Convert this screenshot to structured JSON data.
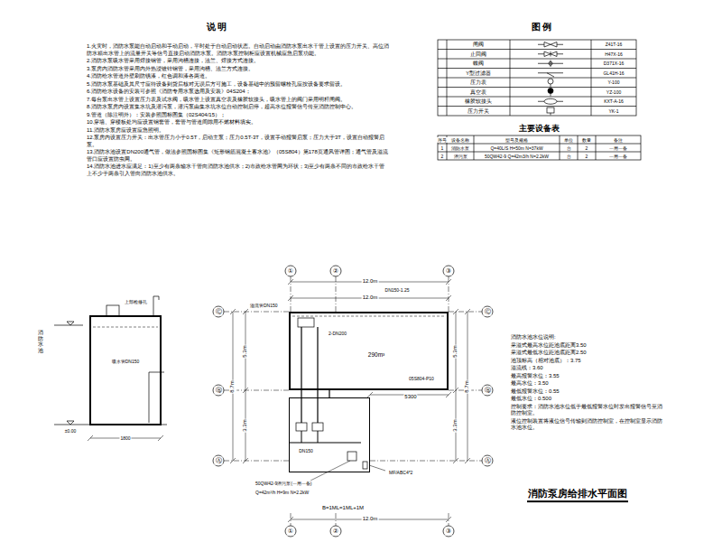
{
  "diagram": {
    "title": "消防泵房给排水平面图",
    "nodes": [
      {
        "text": [
          "2-DN200",
          "290m³",
          "05S804-P10"
        ]
      },
      {
        "text": [
          "DN150"
        ]
      }
    ],
    "edges": [
      {
        "from": 0,
        "to": 1,
        "arrow": "none"
      }
    ],
    "labels": [
      "说 明",
      "1.火灾时，消防水泵能自动启动和手动启动，平时处于自动启动状态。自动启动由消防水泵出水干管上设置的压力开关、高位消防水箱出水管上的流量开关等信号直接启动消防水泵。消防水泵控制柜应设置机械应急启泵功能。",
      "2.消防水泵吸水管采用焊接钢管，采用沟槽连接，法兰、焊接方式连接。",
      "3.泵房内消防水管采用内外热浸镀锌钢管，采用沟槽、法兰方式连接。",
      "4.消防给水管道外壁刷防锈漆，红色调和漆各两道。",
      "5.消防水泵基础及其尺寸应待设备到货后核对无误后方可施工，设备基础中的预留螺栓孔应按设备要求留设。",
      "6.消防给水设备的安装可参照《消防专用水泵选用及安装》04S204；",
      "7.每台泵出水管上设置压力表及试水阀，吸水管上设置真空表及橡胶软接头，吸水管上的阀门采用明杆闸阀。",
      "8.消防水泵房内设置集水坑及潜污泵，潜污泵由集水坑水位自动控制启停，超高水位报警信号传至消防控制中心。",
      "9.管道（除注明外）：安装参照国标图集（02S404/15）；",
      "10.穿墙、穿楼板处均应设置钢套管，套管与管道间隙用不燃材料填实。",
      "11.消防水泵房应设置应急照明。",
      "12.泵房内设置压力开关：出水管压力小于0.5T，启动主泵；压力0.5T-3T，设置手动报警启泵；压力大于3T，设置自动报警启泵。",
      "13.消防水池设置DN200通气管，做法参照国标图集《矩形钢筋混凝土蓄水池》（05S804）第178页通风管详图；通气管及溢流管口应设置防虫网。",
      "14.消防水池进水应满足：1)至少有两条输水干管向消防水池供水；2)市政给水管网为环状；3)至少有两条不同的市政给水干管上不少于两条引入管向消防水池供水。",
      "图 例",
      "Z41T-16",
      "H47X-16",
      "D371X-16",
      "GL41H-16",
      "Y-100",
      "YZ-100",
      "KXT-A-16",
      "YK-1",
      "主要设备表",
      "序号",
      "设备名称",
      "型号及规格",
      "单位",
      "数量",
      "备注",
      "1",
      "消防水泵",
      "Q=40L/S H=50m N=37kW",
      "台",
      "2",
      "一用一备",
      "2",
      "潜污泵",
      "50QW42-9 Q=42m3/h N=2.2kW",
      "台",
      "2",
      "一用一备",
      "①",
      "②",
      "③",
      "12.0m",
      "DN150-1.25",
      "12.0m",
      "①",
      "②",
      "③",
      "12.0m",
      "Ⓒ",
      "Ⓑ",
      "Ⓐ",
      "Ⓒ",
      "Ⓑ",
      "Ⓐ",
      "8.7m",
      "5.3m",
      "3.3m",
      "8.7m",
      "5.3m",
      "3.3m",
      "5300",
      "溢流管DN150",
      "50QW42-9潜污泵(一用一备)",
      "Q=42m³/h H=9m N=2.2kW",
      "MF/ABC4*2",
      "B=1ML=1ML+1M",
      "消防水池水位说明:",
      "采溢式最高水位距池底距离3.50",
      "采溢式最低水位距池底距离2.50",
      "池顶标高（相对池底）：3.75",
      "溢流线：3.60",
      "最高报警水位：3.55",
      "最高水位：3.50",
      "最低报警水位：0.55",
      "最低水位：0.500",
      "控制要求：消防水池水位低于最低报警水位时发出报警信号至消防控制室。",
      "液位控制装置将液位信号传输到消防控制室，在控制室显示消防水池水位。",
      "±0.00",
      "1800",
      "消防水池",
      "上部检修孔",
      "吸水管DN150"
    ],
    "legend": [
      {
        "text": "闸阀"
      },
      {
        "text": "止回阀"
      },
      {
        "text": "蝶阀"
      },
      {
        "text": "Y型过滤器"
      },
      {
        "text": "压力表"
      },
      {
        "text": "真空表"
      },
      {
        "text": "橡胶软接头"
      },
      {
        "text": "压力开关"
      }
    ]
  }
}
